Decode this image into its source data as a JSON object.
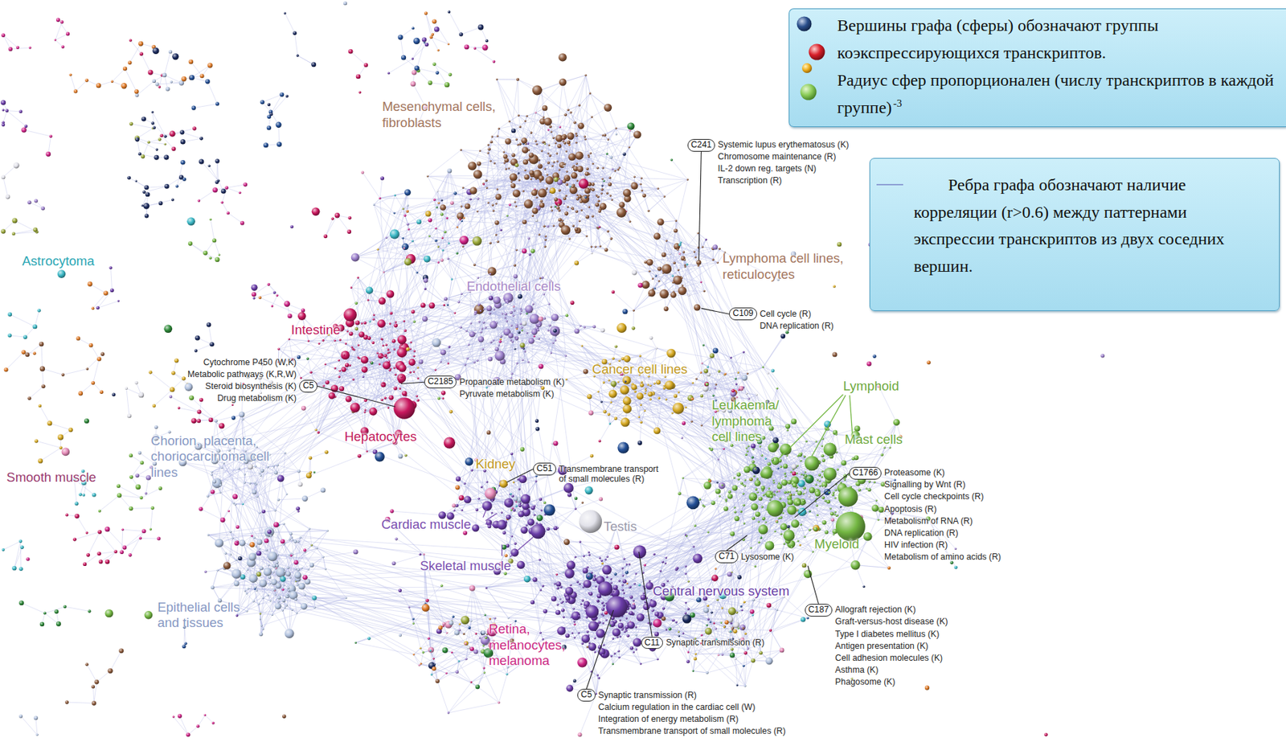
{
  "diagram": {
    "nodes": [
      {
        "text": [
          "C241"
        ]
      },
      {
        "text": [
          "C109"
        ]
      },
      {
        "text": [
          "C5"
        ]
      },
      {
        "text": [
          "C2185"
        ]
      },
      {
        "text": [
          "C51"
        ]
      },
      {
        "text": [
          "C1766"
        ]
      },
      {
        "text": [
          "C71"
        ]
      },
      {
        "text": [
          "C187"
        ]
      },
      {
        "text": [
          "C11"
        ]
      },
      {
        "text": [
          "C5"
        ]
      }
    ],
    "labels": [
      "Mesenchymal cells, fibroblasts",
      "Lymphoma cell lines, reticulocytes",
      "Astrocytoma",
      "Endothelial cells",
      "Intestine",
      "Cancer cell lines",
      "Lymphoid",
      "Leukaemia/ lymphoma cell lines",
      "Mast cells",
      "Hepatocytes",
      "Chorion, placenta, choriocarcinoma cell lines",
      "Smooth muscle",
      "Kidney",
      "Testis",
      "Cardiac muscle",
      "Skeletal muscle",
      "Myeloid",
      "Central nervous system",
      "Epithelial cells and tissues",
      "Retina, melanocytes, melanoma",
      "Systemic lupus erythematosus (K)",
      "Chromosome maintenance (R)",
      "IL-2 down reg. targets (N)",
      "Transcription (R)",
      "Cell cycle (R)",
      "DNA replication (R)",
      "Cytochrome P450 (W,K)",
      "Metabolic pathways (K,R,W)",
      "Steroid biosynthesis (K)",
      "Drug metabolism (K)",
      "Propanoate metabolism (K)",
      "Pyruvate metabolism (K)",
      "Transmembrane transport of small molecules (R)",
      "Proteasome (K)",
      "Signalling by Wnt (R)",
      "Cell cycle checkpoints (R)",
      "Apoptosis (R)",
      "Metabolism of RNA (R)",
      "DNA replication (R)",
      "HIV infection (R)",
      "Metabolism of amino acids (R)",
      "Lysosome (K)",
      "Allograft rejection (K)",
      "Graft-versus-host disease (K)",
      "Type I diabetes mellitus (K)",
      "Antigen presentation (K)",
      "Cell adhesion molecules (K)",
      "Asthma (K)",
      "Phagosome (K)",
      "Synaptic transmission (R)",
      "Synaptic transmission (R)",
      "Calcium regulation in the cardiac cell (W)",
      "Integration of energy metabolism (R)",
      "Transmembrane transport of small molecules (R)",
      "-3"
    ],
    "legend": [
      {
        "text": "Вершины графа (сферы) обозначают группы коэкспрессирующихся транскриптов."
      },
      {
        "text": "Радиус сфер пропорционален (числу транскриптов в каждой группе)"
      },
      {
        "text": "Ребра графа обозначают наличие корреляции (r>0.6) между паттернами экспрессии транскриптов из двух соседних вершин."
      }
    ]
  }
}
